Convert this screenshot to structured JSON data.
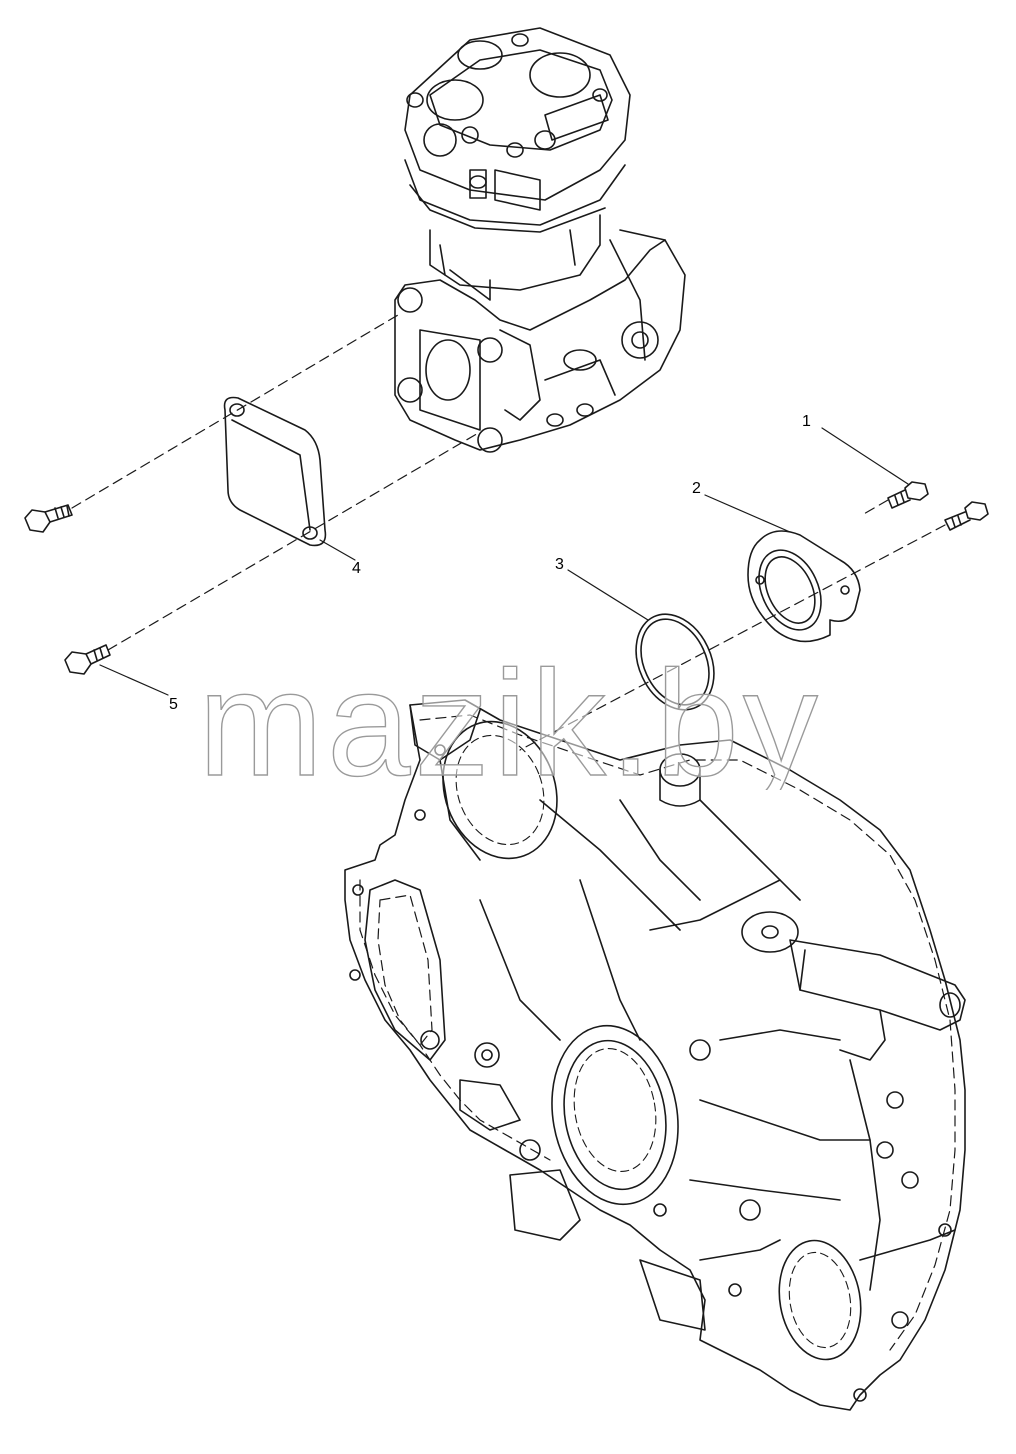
{
  "callouts": [
    {
      "id": "1",
      "label": "1"
    },
    {
      "id": "2",
      "label": "2"
    },
    {
      "id": "3",
      "label": "3"
    },
    {
      "id": "4",
      "label": "4"
    },
    {
      "id": "5",
      "label": "5"
    }
  ],
  "watermark": {
    "text": "mazik.by"
  },
  "colors": {
    "line": "#1a1a1a",
    "background": "#ffffff",
    "watermark_stroke": "#9a9a9a"
  }
}
